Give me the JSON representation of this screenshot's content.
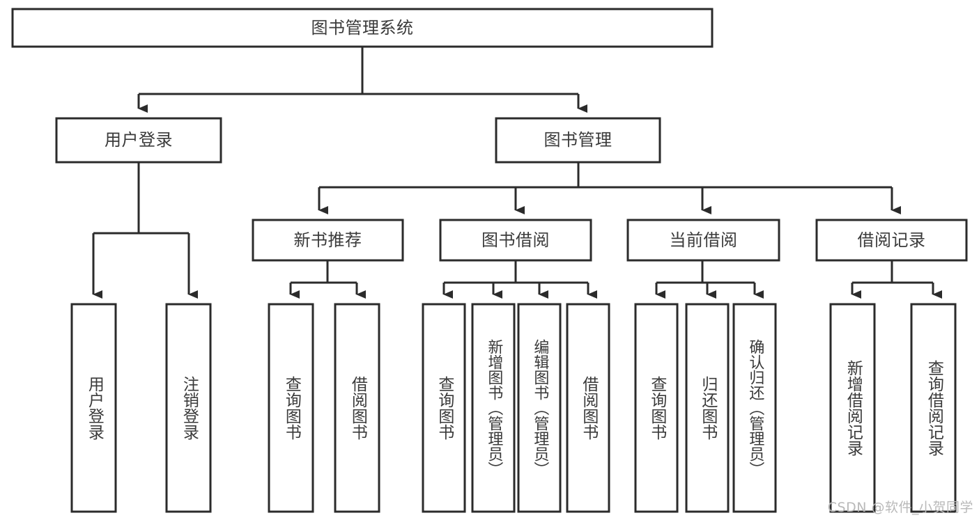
{
  "diagram": {
    "type": "tree-hierarchy",
    "title": "图书管理系统",
    "levels": 4,
    "root": {
      "id": "root",
      "label": "图书管理系统",
      "orientation": "horizontal"
    },
    "level2": [
      {
        "id": "user-login",
        "label": "用户登录",
        "orientation": "horizontal"
      },
      {
        "id": "book-management",
        "label": "图书管理",
        "orientation": "horizontal"
      }
    ],
    "level3": [
      {
        "id": "new-book-recommend",
        "label": "新书推荐",
        "orientation": "horizontal",
        "parent": "book-management"
      },
      {
        "id": "book-borrow",
        "label": "图书借阅",
        "orientation": "horizontal",
        "parent": "book-management"
      },
      {
        "id": "current-borrow",
        "label": "当前借阅",
        "orientation": "horizontal",
        "parent": "book-management"
      },
      {
        "id": "borrow-record",
        "label": "借阅记录",
        "orientation": "horizontal",
        "parent": "book-management"
      }
    ],
    "leaves": [
      {
        "id": "leaf-user-login",
        "label": "用户登录",
        "parent": "user-login",
        "orientation": "vertical"
      },
      {
        "id": "leaf-user-logout",
        "label": "注销登录",
        "parent": "user-login",
        "orientation": "vertical"
      },
      {
        "id": "leaf-query-book-1",
        "label": "查询图书",
        "parent": "new-book-recommend",
        "orientation": "vertical"
      },
      {
        "id": "leaf-borrow-book-1",
        "label": "借阅图书",
        "parent": "new-book-recommend",
        "orientation": "vertical"
      },
      {
        "id": "leaf-query-book-2",
        "label": "查询图书",
        "parent": "book-borrow",
        "orientation": "vertical"
      },
      {
        "id": "leaf-add-book",
        "label": "新增图书（管理员）",
        "parent": "book-borrow",
        "orientation": "vertical"
      },
      {
        "id": "leaf-edit-book",
        "label": "编辑图书（管理员）",
        "parent": "book-borrow",
        "orientation": "vertical"
      },
      {
        "id": "leaf-borrow-book-2",
        "label": "借阅图书",
        "parent": "book-borrow",
        "orientation": "vertical"
      },
      {
        "id": "leaf-query-book-3",
        "label": "查询图书",
        "parent": "current-borrow",
        "orientation": "vertical"
      },
      {
        "id": "leaf-return-book",
        "label": "归还图书",
        "parent": "current-borrow",
        "orientation": "vertical"
      },
      {
        "id": "leaf-confirm-return",
        "label": "确认归还（管理员）",
        "parent": "current-borrow",
        "orientation": "vertical"
      },
      {
        "id": "leaf-add-record",
        "label": "新增借阅记录",
        "parent": "borrow-record",
        "orientation": "vertical"
      },
      {
        "id": "leaf-query-record",
        "label": "查询借阅记录",
        "parent": "borrow-record",
        "orientation": "vertical"
      }
    ],
    "colors": {
      "stroke": "#2b2b2b",
      "fill": "#ffffff",
      "text": "#3a3a3a",
      "watermark": "#b9b9b9",
      "background": "#ffffff"
    }
  },
  "watermark": {
    "text": "CSDN @软件_小贺同学"
  }
}
